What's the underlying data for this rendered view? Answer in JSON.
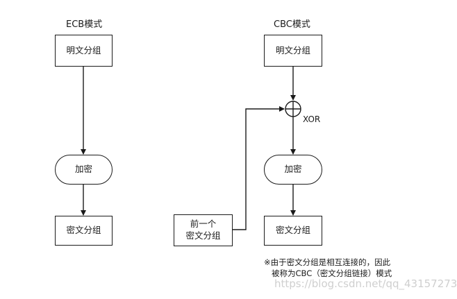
{
  "ecb": {
    "title": "ECB模式",
    "plaintext": "明文分组",
    "encrypt": "加密",
    "ciphertext": "密文分组"
  },
  "cbc": {
    "title": "CBC模式",
    "plaintext": "明文分组",
    "xor": "XOR",
    "encrypt": "加密",
    "ciphertext": "密文分组",
    "prev_line1": "前一个",
    "prev_line2": "密文分组"
  },
  "note": {
    "line1": "※由于密文分组是相互连接的，因此",
    "line2": "被称为CBC（密文分组链接）模式"
  },
  "watermark": "https://blog.csdn.net/qq_43157273"
}
